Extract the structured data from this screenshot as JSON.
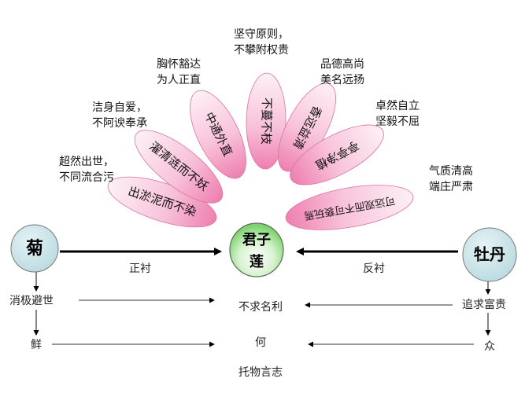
{
  "center": {
    "line1": "君子",
    "line2": "莲"
  },
  "left_node": {
    "label": "菊"
  },
  "right_node": {
    "label": "牡丹"
  },
  "petals": [
    {
      "text": "出淤泥而不染"
    },
    {
      "text": "濯清涟而不妖"
    },
    {
      "text": "中通外直"
    },
    {
      "text": "不蔓不枝"
    },
    {
      "text": "香远益清"
    },
    {
      "text": "亭亭净植"
    },
    {
      "text": "可远观而不可亵玩焉"
    }
  ],
  "captions": [
    {
      "line1": "超然出世，",
      "line2": "不同流合污"
    },
    {
      "line1": "洁身自爱，",
      "line2": "不阿谀奉承"
    },
    {
      "line1": "胸怀豁达",
      "line2": "为人正直"
    },
    {
      "line1": "坚守原则，",
      "line2": "不攀附权贵"
    },
    {
      "line1": "品德高尚",
      "line2": "美名远扬"
    },
    {
      "line1": "卓然自立",
      "line2": "坚毅不屈"
    },
    {
      "line1": "气质清高",
      "line2": "端庄严肃"
    }
  ],
  "labels": {
    "left_arrow": "正衬",
    "right_arrow": "反衬",
    "left_row1": "消极避世",
    "left_row2": "鲜",
    "center_row1": "不求名利",
    "center_row2": "何",
    "center_row3": "托物言志",
    "right_row1": "追求富贵",
    "right_row2": "众"
  },
  "colors": {
    "petal_light": "#fdf0f6",
    "petal_dark": "#ee7fb0",
    "center_green": "#7cd46e",
    "side_circle": "#cfe6ea"
  }
}
